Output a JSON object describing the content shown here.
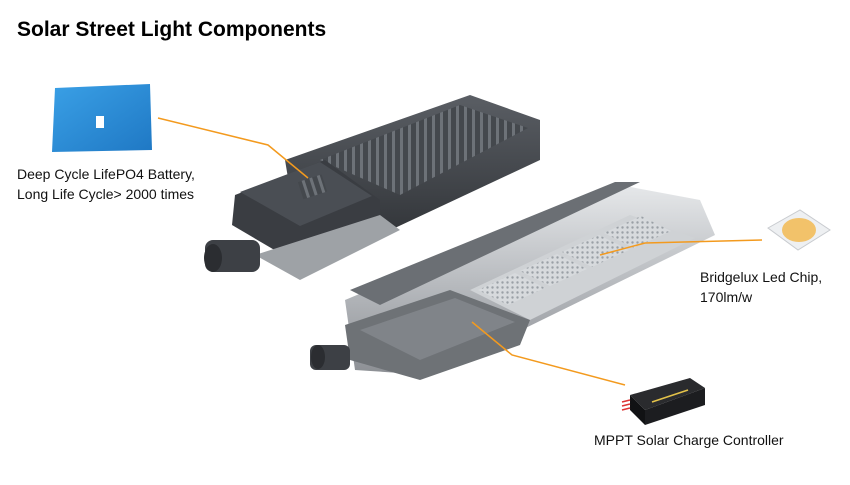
{
  "title": "Solar Street Light Components",
  "callouts": {
    "battery": {
      "line1": "Deep Cycle LifePO4 Battery,",
      "line2": "Long Life Cycle> 2000 times"
    },
    "chip": {
      "line1": "Bridgelux Led Chip,",
      "line2": "170lm/w"
    },
    "controller": {
      "line1": "MPPT Solar Charge Controller"
    }
  },
  "colors": {
    "leader_line": "#f39a1e",
    "battery_blue": "#2f8fd6",
    "housing_dark": "#3a3d42",
    "housing_silver": "#b9bcc0",
    "chip_yellow": "#f2c26a"
  }
}
